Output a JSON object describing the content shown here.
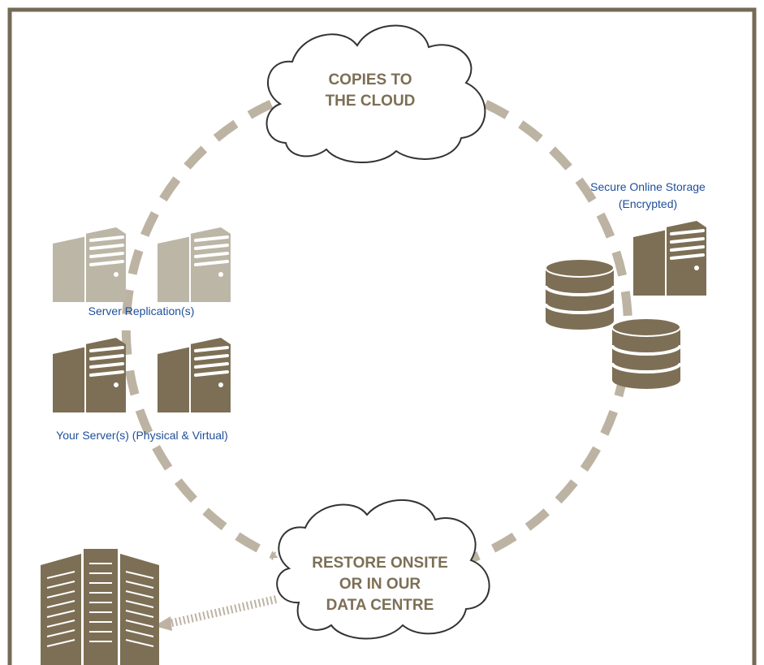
{
  "diagram": {
    "colors": {
      "frame": "#756a56",
      "server_dark": "#7d6f55",
      "server_light": "#bcb6a7",
      "dash_ring": "#bdb3a3",
      "cloud_text": "#7d6f55",
      "label_blue": "#1f4e99"
    },
    "clouds": {
      "top_line1": "COPIES TO",
      "top_line2": "THE CLOUD",
      "bottom_line1": "RESTORE ONSITE",
      "bottom_line2": "OR IN OUR",
      "bottom_line3": "DATA CENTRE"
    },
    "labels": {
      "storage_line1": "Secure Online Storage",
      "storage_line2": "(Encrypted)",
      "replication": "Server Replication(s)",
      "your_servers": "Your Server(s) (Physical & Virtual)"
    },
    "icons": [
      "server-icon",
      "database-icon",
      "server-rack-icon",
      "cloud-icon"
    ]
  }
}
